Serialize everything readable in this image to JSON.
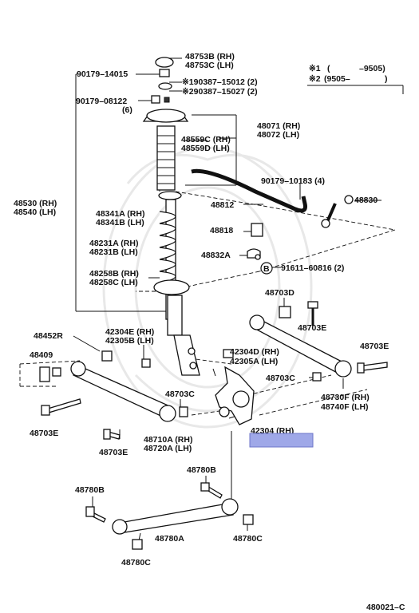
{
  "labels": {
    "p48753B": "48753B (RH)",
    "p48753C": "48753C (LH)",
    "p90179_14015": "90179–14015",
    "p190387": "※190387–15012 (2)",
    "p290387": "※290387–15027 (2)",
    "p90179_08122": "90179–08122",
    "p6": "(6)",
    "p48071": "48071 (RH)",
    "p48072": "48072 (LH)",
    "p48559C": "48559C (RH)",
    "p48559D": "48559D (LH)",
    "p48530": "48530 (RH)",
    "p48540": "48540 (LH)",
    "p90179_10183": "90179–10183 (4)",
    "p48812": "48812",
    "p48830": "48830",
    "p48341A": "48341A (RH)",
    "p48341B": "48341B (LH)",
    "p48818": "48818",
    "p48231A": "48231A (RH)",
    "p48231B": "48231B (LH)",
    "p48832A": "48832A",
    "p91611": "91611–60816 (2)",
    "pB": "B",
    "p48258B": "48258B (RH)",
    "p48258C": "48258C (LH)",
    "p48703D": "48703D",
    "p48452R": "48452R",
    "p42304E": "42304E (RH)",
    "p42305B": "42305B (LH)",
    "p48703E_a": "48703E",
    "p48703E_b": "48703E",
    "p48409": "48409",
    "p42304D": "42304D (RH)",
    "p42305A": "42305A (LH)",
    "p48703C_a": "48703C",
    "p48730F": "48730F (RH)",
    "p48740F": "48740F (LH)",
    "p48703C_b": "48703C",
    "p48703E_c": "48703E",
    "p42304": "42304 (RH)",
    "p48710A": "48710A (RH)",
    "p48720A": "48720A (LH)",
    "p48703E_d": "48703E",
    "p48780B_a": "48780B",
    "p48780B_b": "48780B",
    "p48780A": "48780A",
    "p48780C_a": "48780C",
    "p48780C_b": "48780C",
    "pFig": "480021–C"
  },
  "legend": {
    "row1_mark": "※1",
    "row1_paren_open": "(",
    "row1_range": "–9505)",
    "row2_mark": "※2",
    "row2_range": "(9505–",
    "row2_paren_close": ")"
  },
  "colors": {
    "highlight": "#9fa8e8",
    "highlight_border": "#6c76c9"
  }
}
